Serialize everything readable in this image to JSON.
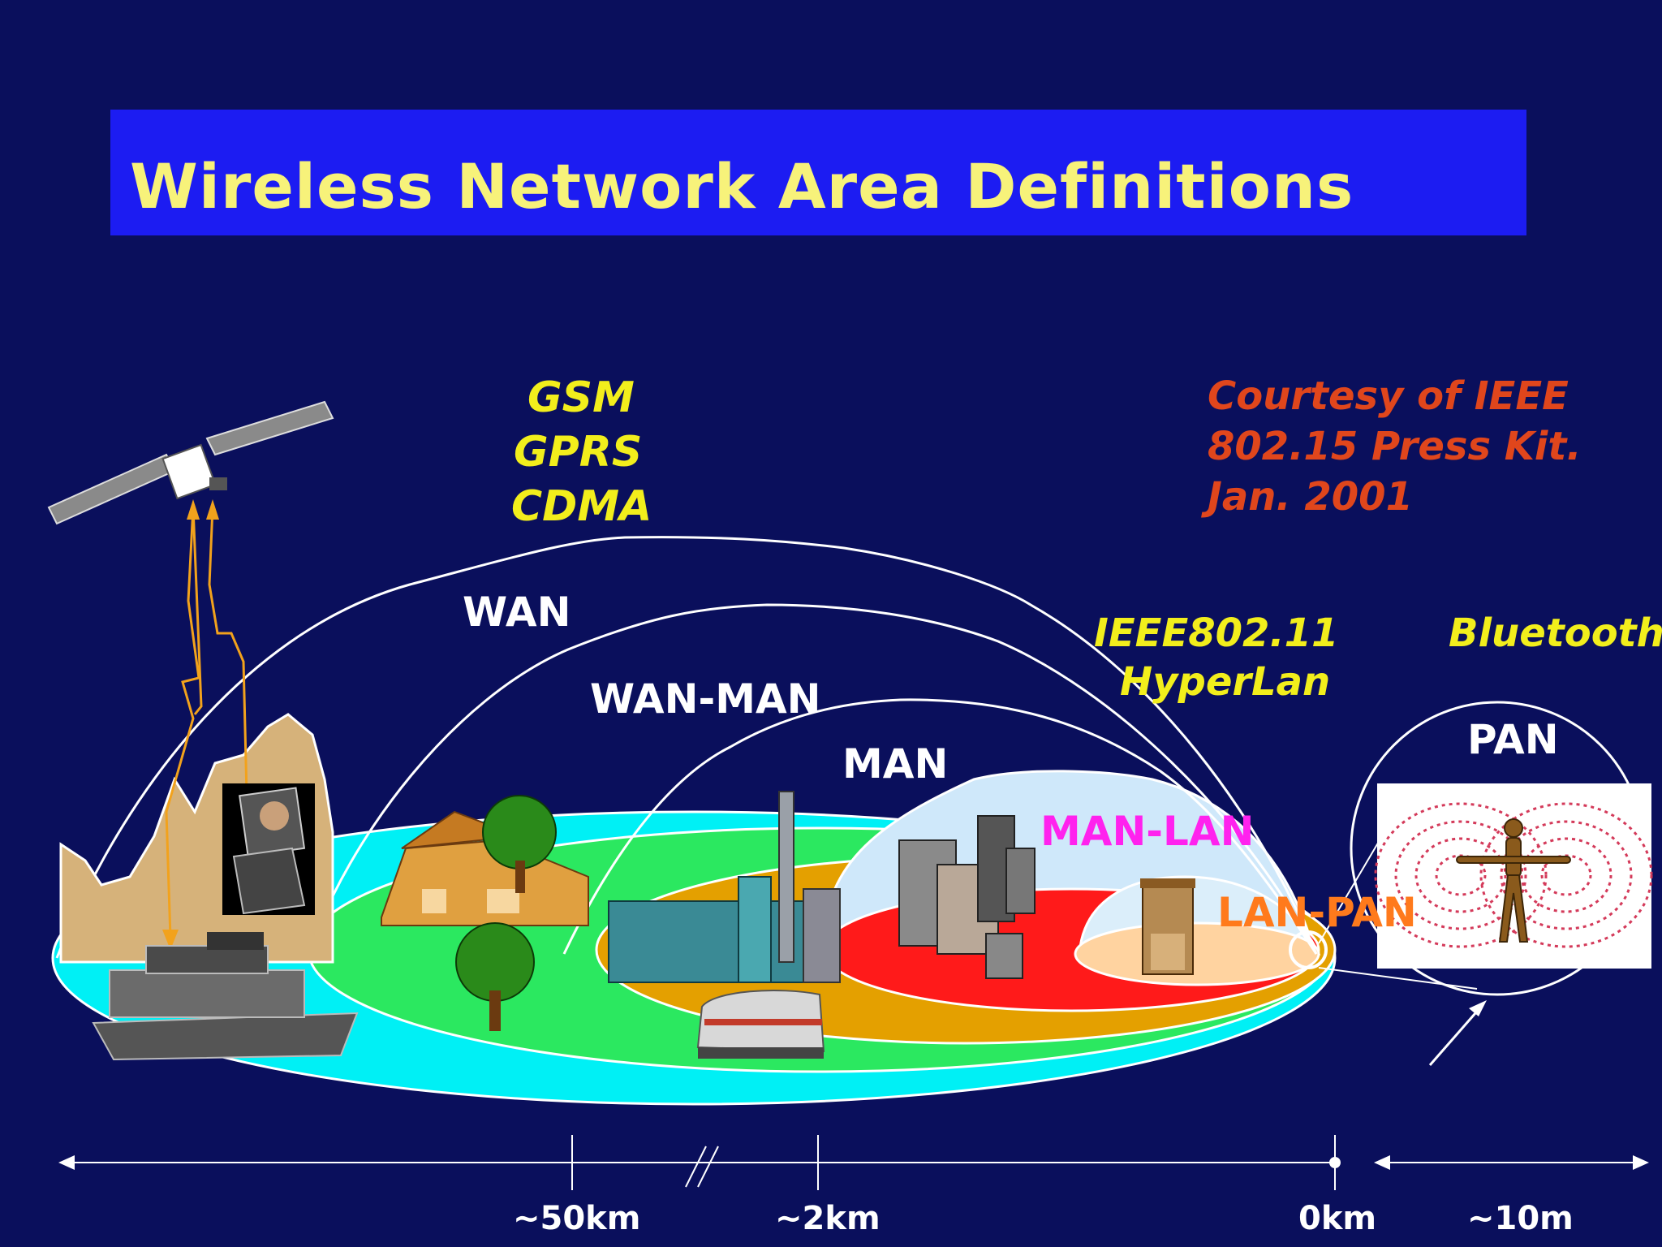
{
  "title": "Wireless Network Area Definitions",
  "technologies": {
    "wan_stack": [
      "GSM",
      "GPRS",
      "CDMA"
    ],
    "lan": [
      "IEEE802.11",
      "HyperLan"
    ],
    "pan": "Bluetooth"
  },
  "courtesy": [
    "Courtesy of IEEE",
    "802.15 Press Kit.",
    "Jan. 2001"
  ],
  "network_labels": {
    "wan": "WAN",
    "wan_man": "WAN-MAN",
    "man": "MAN",
    "man_lan": "MAN-LAN",
    "lan_pan": "LAN-PAN",
    "pan": "PAN"
  },
  "axis": {
    "ticks": [
      "~50km",
      "~2km",
      "0km",
      "~10m"
    ]
  },
  "colors": {
    "background": "#0a0f5c",
    "title_bar": "#1c1cf2",
    "title_text": "#f7f27a",
    "tech_text": "#f2ee1c",
    "courtesy_text": "#e0461c",
    "man_lan_text": "#ff22ee",
    "lan_pan_text": "#ff7a1c",
    "wan_zone": "#00f0f5",
    "wan_man_zone": "#2be860",
    "man_zone": "#e4a000",
    "man_lan_zone": "#ff1a1a",
    "lan_pan_zone": "#ffd3a0"
  }
}
